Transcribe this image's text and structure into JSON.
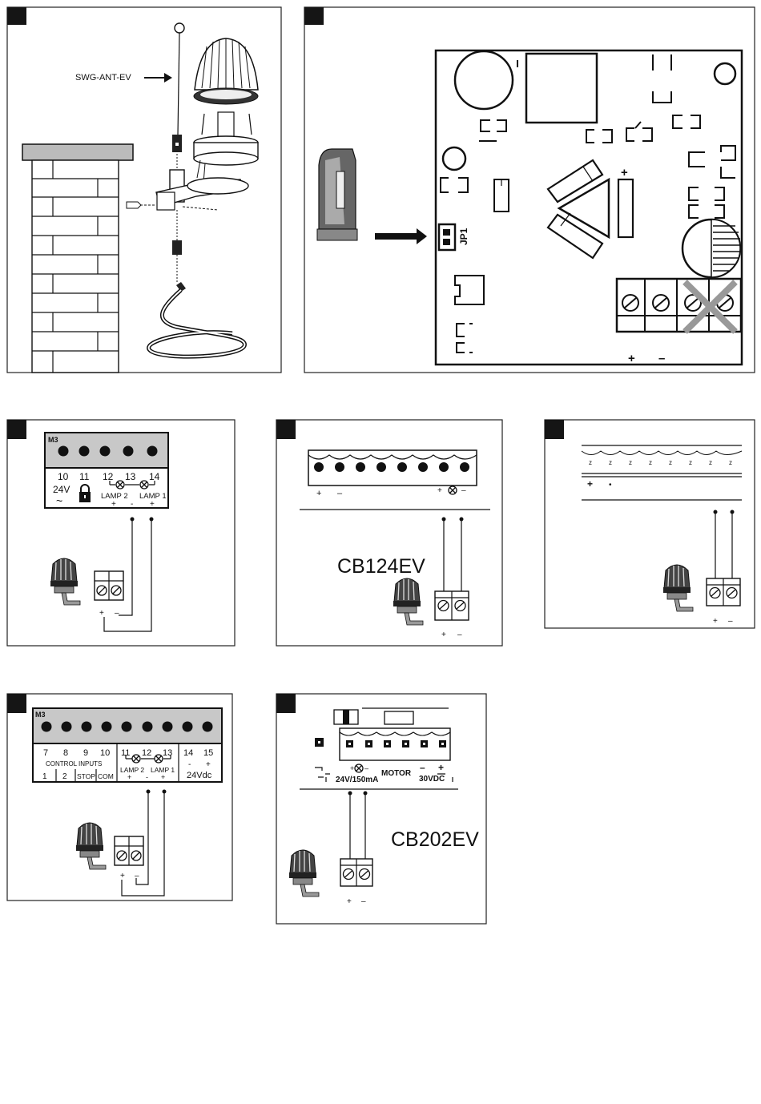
{
  "panel1": {
    "antenna_label": "SWG-ANT-EV"
  },
  "panel2": {
    "jumper_label": "JP1",
    "plus": "+",
    "minus": "–"
  },
  "panel3": {
    "block_label": "M3",
    "terminals": [
      "10",
      "11",
      "12",
      "13",
      "14"
    ],
    "supply": "24V",
    "ac_symbol": "~",
    "lamp2": "LAMP 2",
    "lamp1": "LAMP 1",
    "pol_plus": "+",
    "pol_minus": "-",
    "lamp_plus": "+",
    "lamp_minus": "–"
  },
  "panel4": {
    "board_name": "CB124EV",
    "left_plus": "+",
    "left_minus": "–",
    "lamp_plus": "+",
    "lamp_minus": "–"
  },
  "panel5": {
    "pcb_plus": "+",
    "pcb_dot": "•",
    "lamp_plus": "+",
    "lamp_minus": "–"
  },
  "panel6": {
    "block_label": "M3",
    "terminals": [
      "7",
      "8",
      "9",
      "10",
      "11",
      "12",
      "13",
      "14",
      "15"
    ],
    "control_inputs": "CONTROL INPUTS",
    "inputs": [
      "1",
      "2",
      "STOP",
      "COM"
    ],
    "lamp2": "LAMP 2",
    "lamp1": "LAMP 1",
    "pol_plus": "+",
    "pol_minus": "-",
    "dc_minus": "-",
    "dc_plus": "+",
    "dc_supply": "24Vdc",
    "lamp_plus": "+",
    "lamp_minus": "–"
  },
  "panel7": {
    "board_name": "CB202EV",
    "lamp_rating": "24V/150mA",
    "motor": "MOTOR",
    "motor_voltage": "30VDC",
    "pol_plus": "+",
    "pol_minus": "–",
    "lamp_plus": "+",
    "lamp_minus": "–"
  }
}
